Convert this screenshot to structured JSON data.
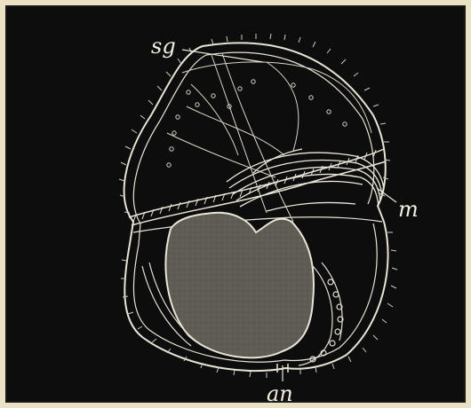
{
  "labels": {
    "sg": "sg",
    "m": "m",
    "an": "an"
  },
  "colors": {
    "background": "#0d0d0d",
    "line": "#e8e4d6",
    "gut_fill": "#5e5c55",
    "border": "#e9e2c4"
  }
}
